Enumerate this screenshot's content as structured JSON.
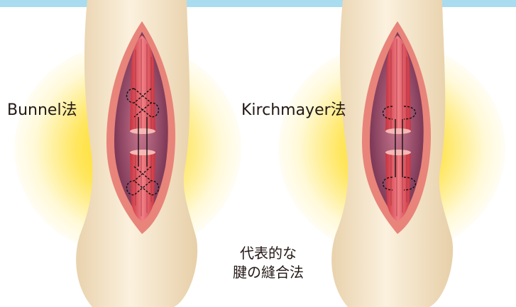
{
  "methods": {
    "left_label": "Bunnel法",
    "right_label": "Kirchmayer法"
  },
  "caption": {
    "line1": "代表的な",
    "line2": "腱の縫合法"
  },
  "colors": {
    "top_bar": "#a9dcef",
    "glow": "#ffd600",
    "skin": "#f4e4c8",
    "wound_edge": "#e8847a",
    "cavity": "#8a3a5c",
    "tendon": "#d9434f",
    "suture": "#111111"
  }
}
